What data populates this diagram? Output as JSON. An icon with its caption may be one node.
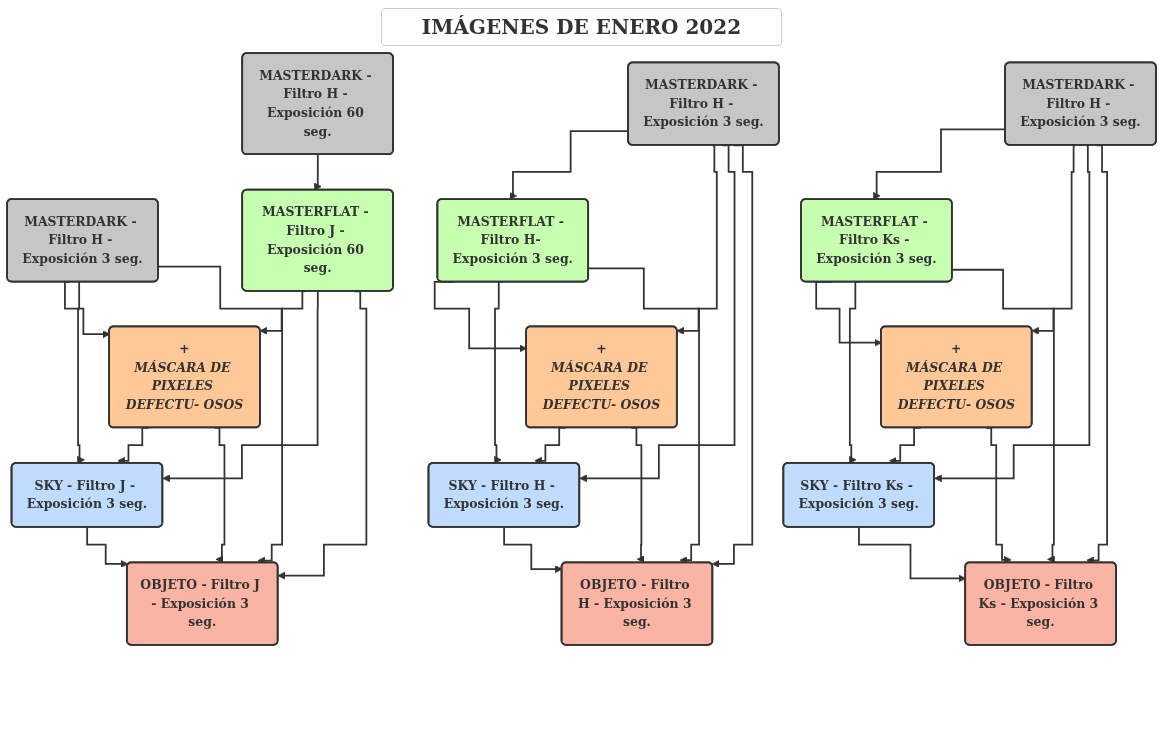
{
  "diagram": {
    "title": "IMÁGENES DE ENERO 2022",
    "nodes": [
      {
        "text": [
          "MASTERDARK - Filtro H - Exposición 60 seg."
        ]
      },
      {
        "text": [
          "MASTERDARK - Filtro H - Exposición 3 seg."
        ]
      },
      {
        "text": [
          "MASTERDARK - Filtro H - Exposición 3 seg."
        ]
      },
      {
        "text": [
          "MASTERDARK - Filtro H - Exposición 3 seg."
        ]
      },
      {
        "text": [
          "MASTERFLAT - Filtro J - Exposición 60 seg."
        ]
      },
      {
        "text": [
          "+",
          "MÁSCARA DE PIXELES DEFECTU- OSOS"
        ]
      },
      {
        "text": [
          "MASTERFLAT - Filtro H- Exposición 3 seg."
        ]
      },
      {
        "text": [
          "+",
          "MÁSCARA DE PIXELES DEFECTU- OSOS"
        ]
      },
      {
        "text": [
          "MASTERFLAT - Filtro Ks - Exposición 3 seg."
        ]
      },
      {
        "text": [
          "+",
          "MÁSCARA DE PIXELES DEFECTU- OSOS"
        ]
      },
      {
        "text": [
          "SKY - Filtro J - Exposición 3 seg."
        ]
      },
      {
        "text": [
          "SKY - Filtro H - Exposición 3 seg."
        ]
      },
      {
        "text": [
          "SKY - Filtro Ks - Exposición 3 seg."
        ]
      },
      {
        "text": [
          "OBJETO - Filtro J - Exposición 3 seg."
        ]
      },
      {
        "text": [
          "OBJETO - Filtro H - Exposición 3 seg."
        ]
      },
      {
        "text": [
          "OBJETO - Filtro Ks - Exposición 3 seg."
        ]
      }
    ],
    "edges": [
      {
        "from": 0,
        "to": 4,
        "arrow": "to"
      },
      {
        "from": 1,
        "to": 5,
        "arrow": "to"
      },
      {
        "from": 4,
        "to": 5,
        "arrow": "to"
      },
      {
        "from": 4,
        "to": 10,
        "arrow": "to"
      },
      {
        "from": 4,
        "to": 13,
        "arrow": "to"
      },
      {
        "from": 5,
        "to": 10,
        "arrow": "to"
      },
      {
        "from": 5,
        "to": 13,
        "arrow": "to"
      },
      {
        "from": 1,
        "to": 10,
        "arrow": "to"
      },
      {
        "from": 1,
        "to": 13,
        "arrow": "to"
      },
      {
        "from": 10,
        "to": 13,
        "arrow": "to"
      },
      {
        "from": 2,
        "to": 6,
        "arrow": "to"
      },
      {
        "from": 2,
        "to": 7,
        "arrow": "to"
      },
      {
        "from": 6,
        "to": 7,
        "arrow": "to"
      },
      {
        "from": 6,
        "to": 11,
        "arrow": "to"
      },
      {
        "from": 6,
        "to": 14,
        "arrow": "to"
      },
      {
        "from": 7,
        "to": 11,
        "arrow": "to"
      },
      {
        "from": 7,
        "to": 14,
        "arrow": "to"
      },
      {
        "from": 2,
        "to": 11,
        "arrow": "to"
      },
      {
        "from": 2,
        "to": 14,
        "arrow": "to"
      },
      {
        "from": 11,
        "to": 14,
        "arrow": "to"
      },
      {
        "from": 3,
        "to": 8,
        "arrow": "to"
      },
      {
        "from": 3,
        "to": 9,
        "arrow": "to"
      },
      {
        "from": 8,
        "to": 9,
        "arrow": "to"
      },
      {
        "from": 8,
        "to": 12,
        "arrow": "to"
      },
      {
        "from": 8,
        "to": 15,
        "arrow": "to"
      },
      {
        "from": 9,
        "to": 12,
        "arrow": "to"
      },
      {
        "from": 9,
        "to": 15,
        "arrow": "to"
      },
      {
        "from": 3,
        "to": 12,
        "arrow": "to"
      },
      {
        "from": 3,
        "to": 15,
        "arrow": "to"
      },
      {
        "from": 12,
        "to": 15,
        "arrow": "to"
      }
    ]
  }
}
